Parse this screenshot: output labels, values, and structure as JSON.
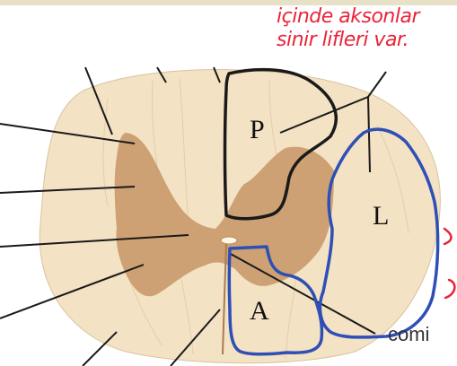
{
  "annotation": {
    "line1": "içinde aksonlar",
    "line2": "sinir lifleri var."
  },
  "regions": {
    "posterior": "P",
    "lateral": "L",
    "anterior": "A"
  },
  "label_comi": "comi",
  "colors": {
    "white_matter": "#f3e2c3",
    "gray_matter": "#c99a6c",
    "posterior_outline": "#1a1a1a",
    "lateral_anterior_outline": "#2e4fb6",
    "annotation_red": "#e8243a"
  }
}
